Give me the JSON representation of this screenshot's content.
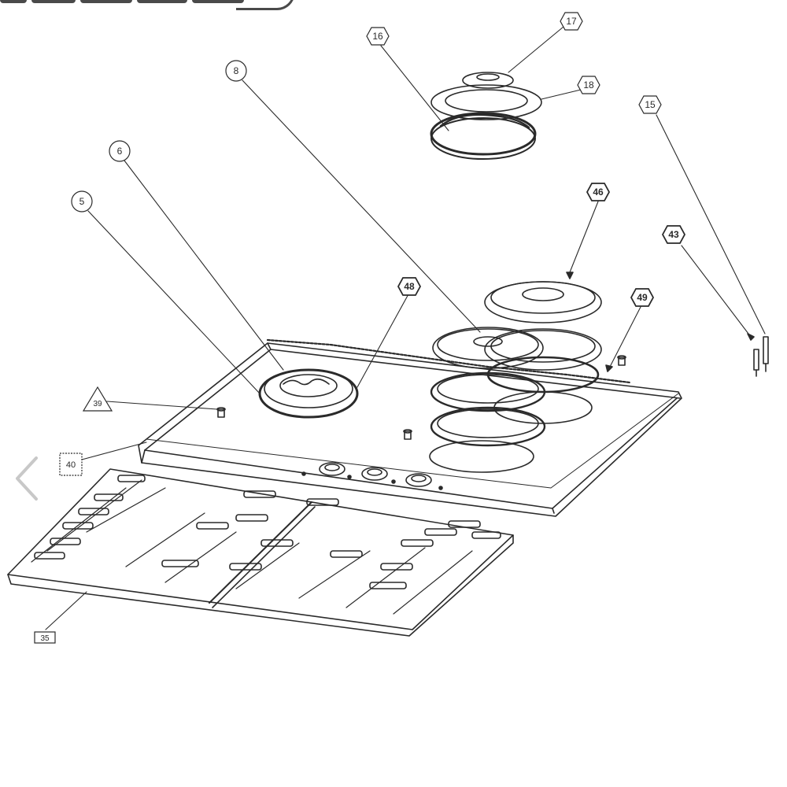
{
  "viewer": {
    "prev_arrow_icon": "chevron-left-icon",
    "top_tabs": [
      "",
      "",
      "",
      "",
      ""
    ]
  },
  "callouts": {
    "c5": "5",
    "c6": "6",
    "c8": "8",
    "c15": "15",
    "c16": "16",
    "c17": "17",
    "c18": "18",
    "c35": "35",
    "c39": "39",
    "c40": "40",
    "c43": "43",
    "c46": "46",
    "c48": "48",
    "c49": "49"
  },
  "colors": {
    "line": "#2a2a2a",
    "light_line": "#9a9a9a",
    "topbar": "#4a4a4a",
    "arrow": "#c8c8c8"
  }
}
